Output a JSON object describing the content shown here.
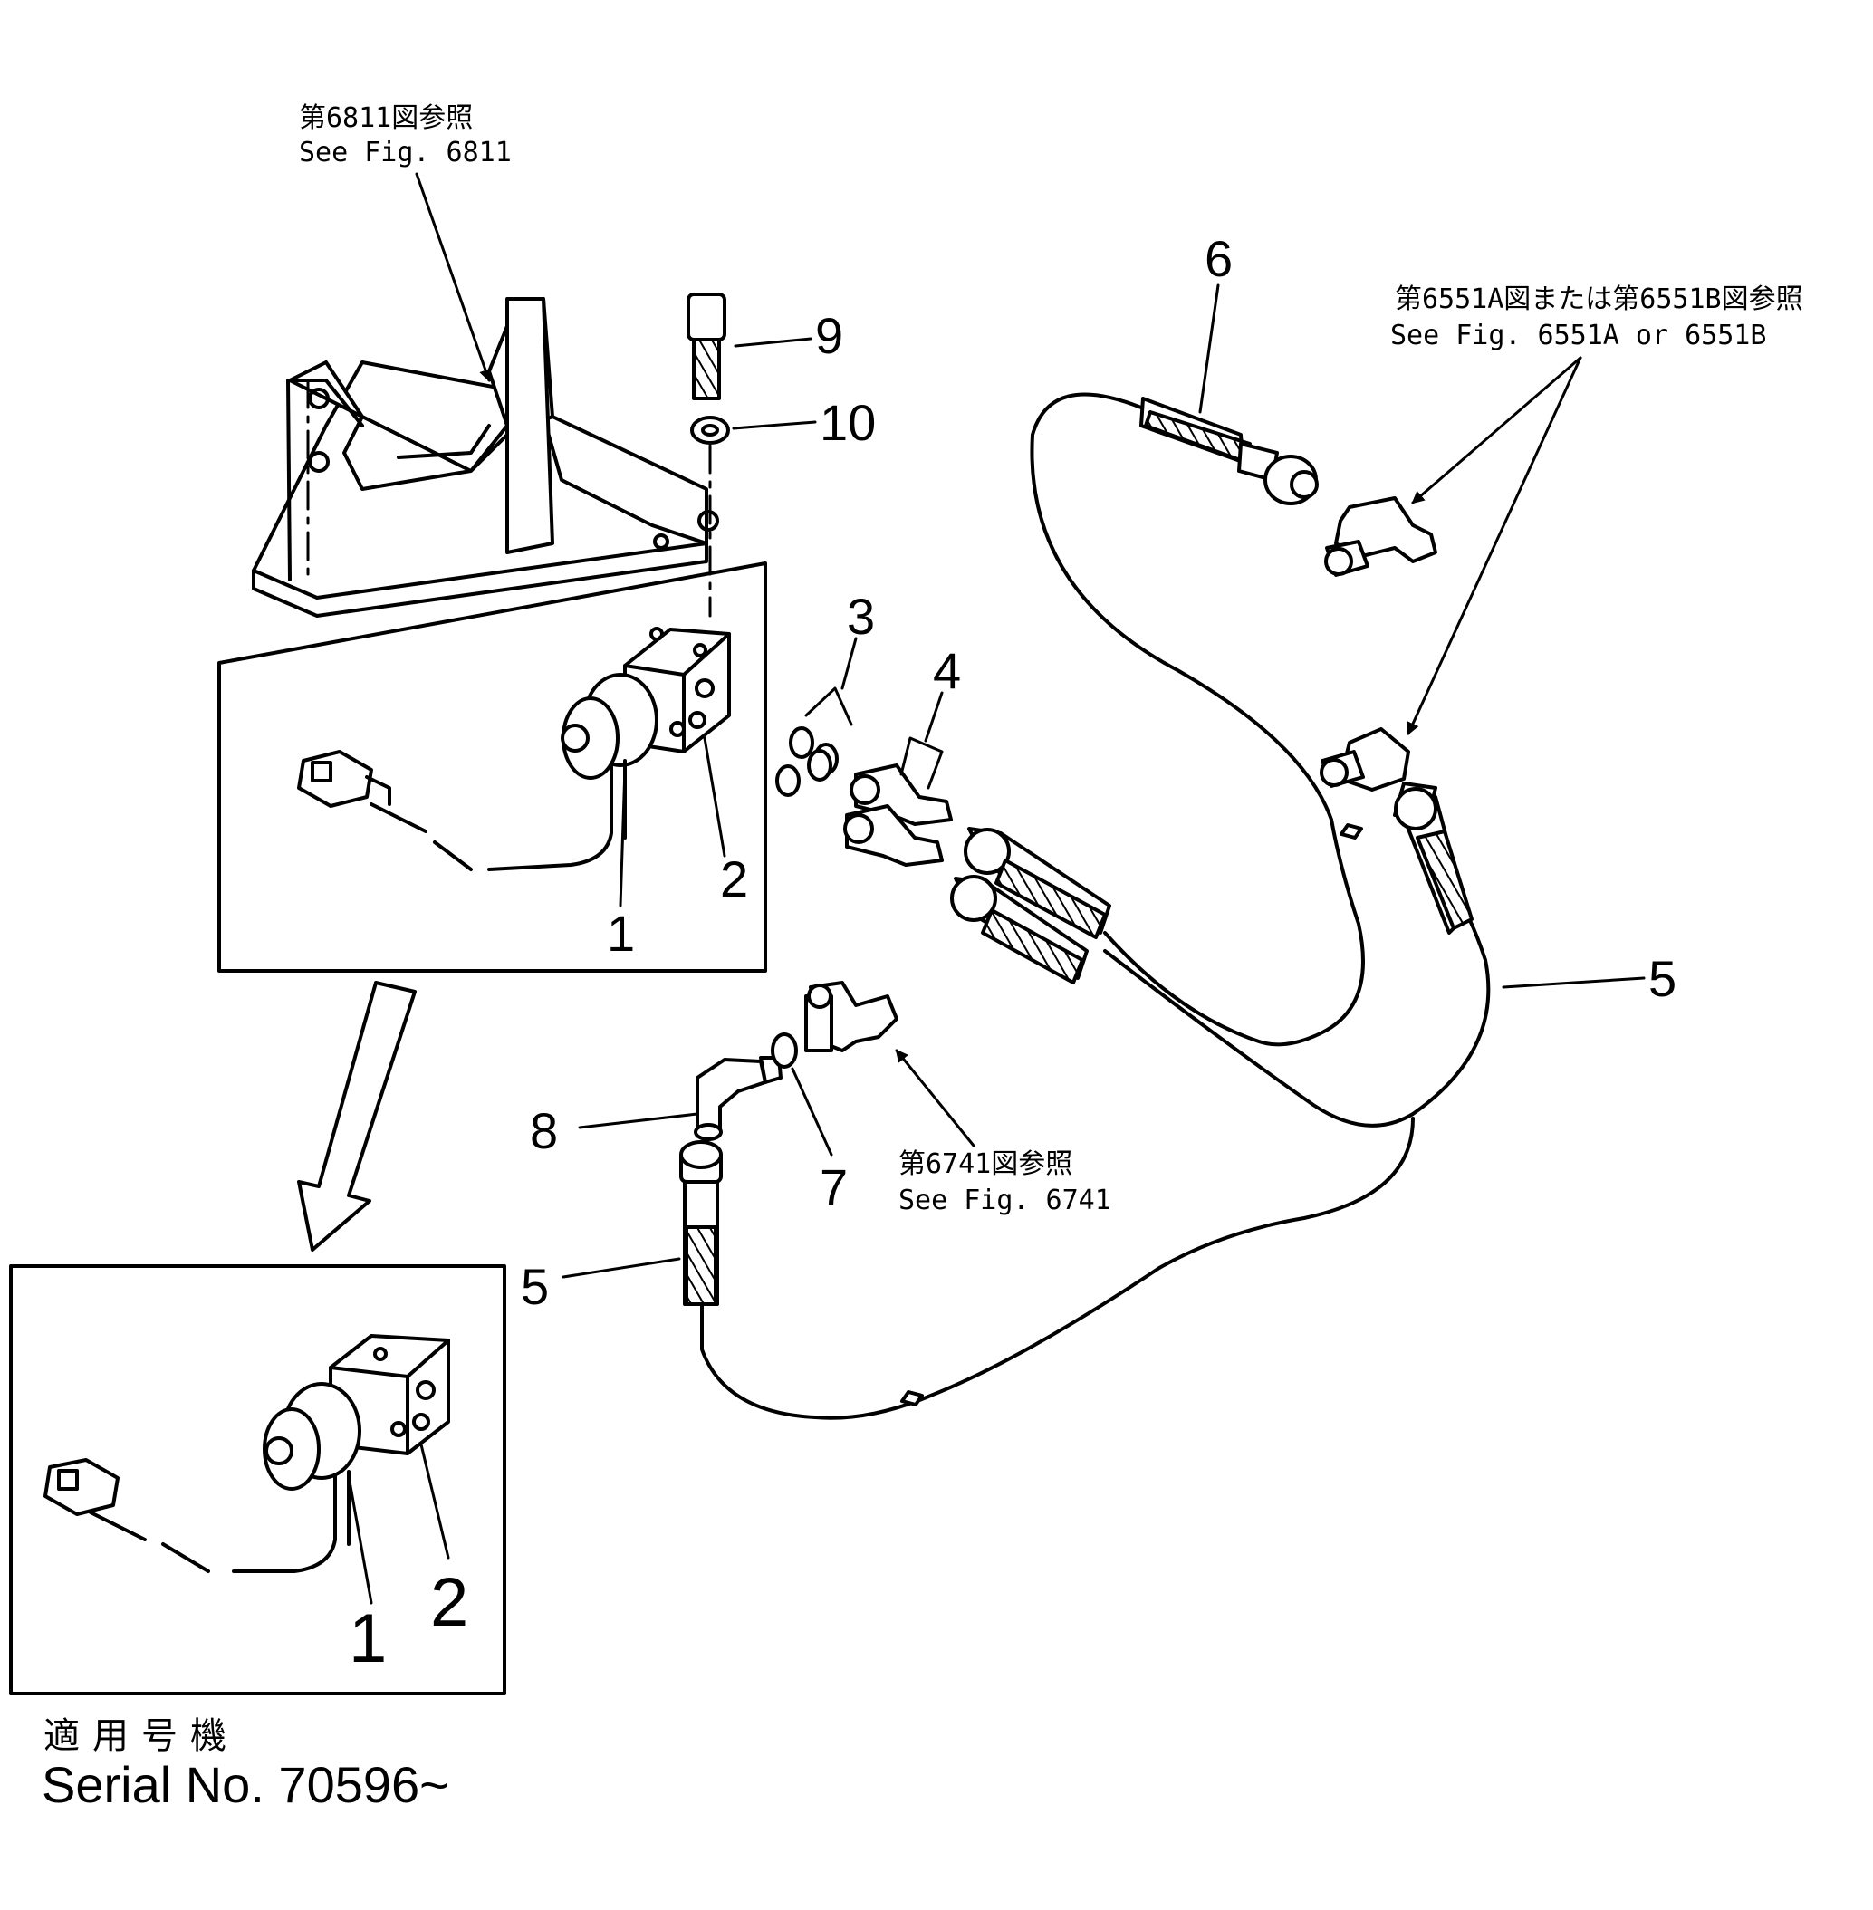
{
  "references": {
    "fig6811_jp": "第6811図参照",
    "fig6811_en": "See  Fig. 6811",
    "fig6551_jp": "第6551A図または第6551B図参照",
    "fig6551_en": "See  Fig. 6551A  or  6551B",
    "fig6741_jp": "第6741図参照",
    "fig6741_en": "See  Fig. 6741"
  },
  "callouts": {
    "c1": "1",
    "c2": "2",
    "c3": "3",
    "c4": "4",
    "c5a": "5",
    "c5b": "5",
    "c6": "6",
    "c7": "7",
    "c8": "8",
    "c9": "9",
    "c10": "10",
    "inset_c1": "1",
    "inset_c2": "2"
  },
  "serial": {
    "jp": "適用号機",
    "en": "Serial No. 70596~"
  }
}
